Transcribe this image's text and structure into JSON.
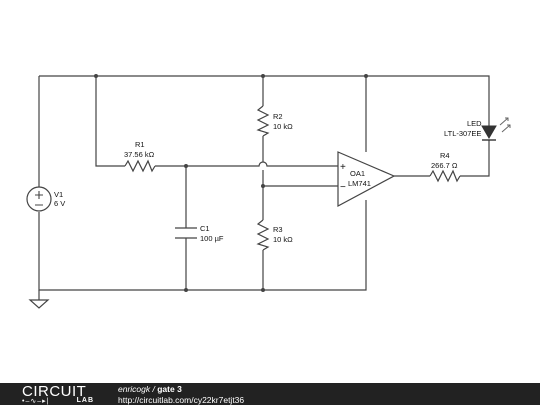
{
  "circuit": {
    "v1": {
      "name": "V1",
      "value": "6 V"
    },
    "r1": {
      "name": "R1",
      "value": "37.56 kΩ"
    },
    "r2": {
      "name": "R2",
      "value": "10 kΩ"
    },
    "r3": {
      "name": "R3",
      "value": "10 kΩ"
    },
    "c1": {
      "name": "C1",
      "value": "100 µF"
    },
    "oa1": {
      "name": "OA1",
      "value": "LM741",
      "plus": "+",
      "minus": "−"
    },
    "r4": {
      "name": "R4",
      "value": "266.7 Ω"
    },
    "led": {
      "name": "LED",
      "value": "LTL-307EE"
    }
  },
  "footer": {
    "logo_top": "CIRCUIT",
    "logo_bottom": "LAB",
    "author": "enricogk",
    "separator": " / ",
    "title": "gate 3",
    "url": "http://circuitlab.com/cy22kr7etjt36"
  },
  "colors": {
    "wire": "#444444",
    "footer_bg": "#222222"
  }
}
